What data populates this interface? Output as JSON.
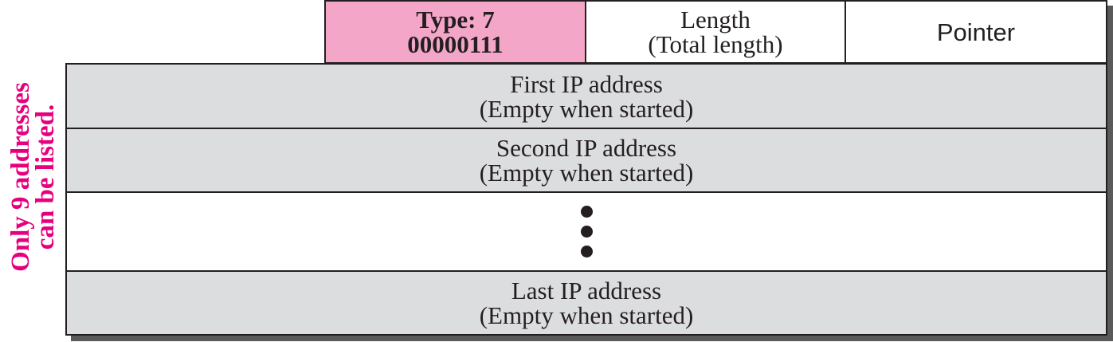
{
  "header": {
    "type_line1": "Type: 7",
    "type_line2": "00000111",
    "length_line1": "Length",
    "length_line2": "(Total length)",
    "pointer": "Pointer"
  },
  "rows": [
    {
      "line1": "First IP address",
      "line2": "(Empty when started)"
    },
    {
      "line1": "Second IP address",
      "line2": "(Empty when started)"
    },
    {
      "line1": "Last IP address",
      "line2": "(Empty when started)"
    }
  ],
  "side_label": {
    "line1": "Only 9 addresses",
    "line2": "can be listed."
  },
  "colors": {
    "type_field": "#f4a6c9",
    "address_field": "#dcdddf",
    "side_label": "#e6007e",
    "shadow": "#5a5a5a"
  }
}
